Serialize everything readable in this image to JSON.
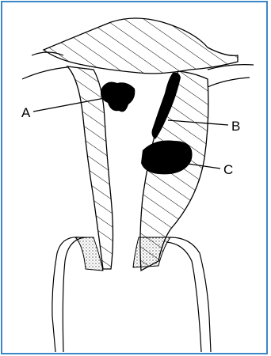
{
  "diagram": {
    "labels": {
      "a": "A",
      "b": "B",
      "c": "C"
    },
    "colors": {
      "frame": "#3d86c6",
      "ink": "#000000",
      "fill": "#ffffff"
    }
  }
}
